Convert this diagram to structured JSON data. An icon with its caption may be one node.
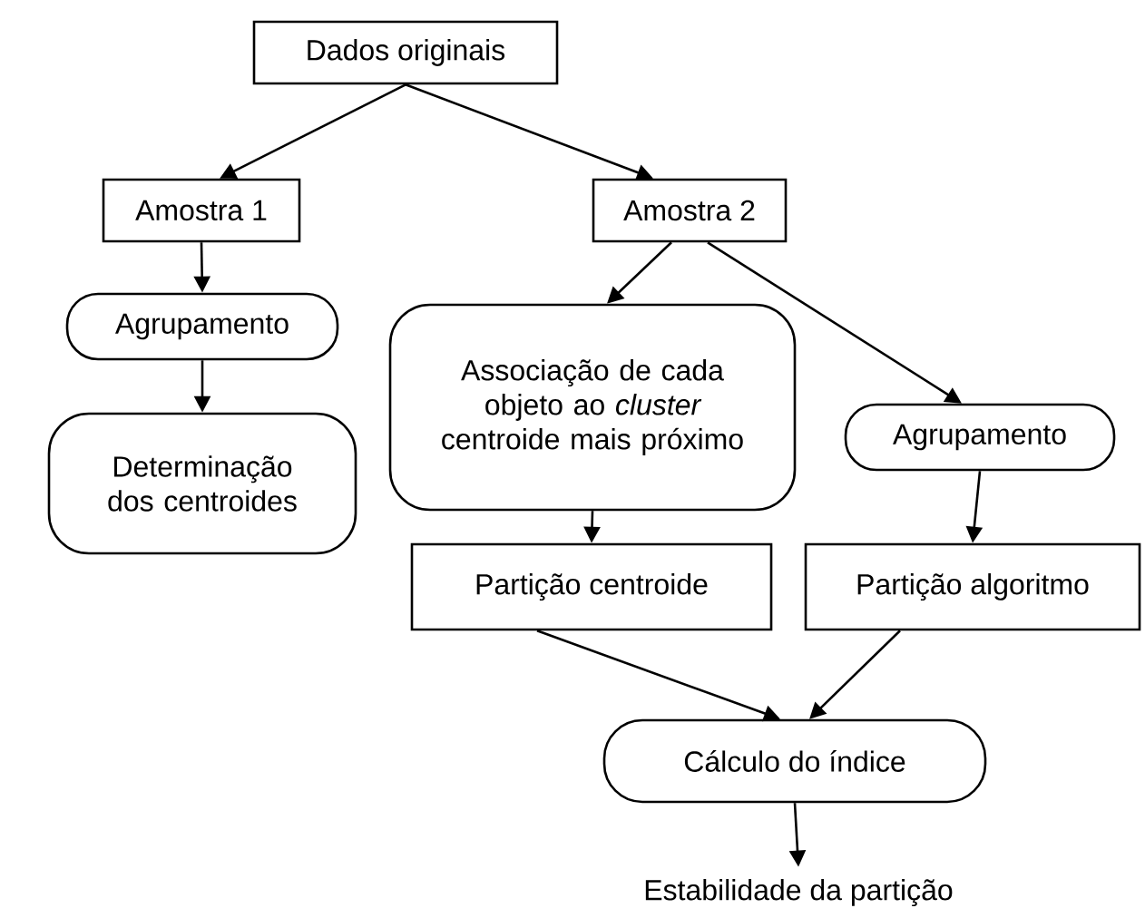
{
  "diagram": {
    "nodes": [
      {
        "text": [
          "Dados originais"
        ]
      },
      {
        "text": [
          "Amostra 1"
        ]
      },
      {
        "text": [
          "Amostra 2"
        ]
      },
      {
        "text": [
          "Agrupamento"
        ]
      },
      {
        "text": [
          "Determinação dos centroides"
        ]
      },
      {
        "text": [
          "Associação de cada objeto ao *cluster* centroide mais próximo"
        ]
      },
      {
        "text": [
          "Agrupamento"
        ]
      },
      {
        "text": [
          "Partição centroide"
        ]
      },
      {
        "text": [
          "Partição algoritmo"
        ]
      },
      {
        "text": [
          "Cálculo do índice"
        ]
      },
      {
        "text": [
          "Estabilidade da partição"
        ]
      }
    ],
    "edges": [
      {
        "from": 0,
        "to": 1,
        "arrow": "to"
      },
      {
        "from": 0,
        "to": 2,
        "arrow": "to"
      },
      {
        "from": 1,
        "to": 3,
        "arrow": "to"
      },
      {
        "from": 3,
        "to": 4,
        "arrow": "to"
      },
      {
        "from": 2,
        "to": 5,
        "arrow": "to"
      },
      {
        "from": 2,
        "to": 6,
        "arrow": "to"
      },
      {
        "from": 5,
        "to": 7,
        "arrow": "to"
      },
      {
        "from": 6,
        "to": 8,
        "arrow": "to"
      },
      {
        "from": 7,
        "to": 9,
        "arrow": "to"
      },
      {
        "from": 8,
        "to": 9,
        "arrow": "to"
      },
      {
        "from": 9,
        "to": 10,
        "arrow": "to"
      }
    ]
  }
}
